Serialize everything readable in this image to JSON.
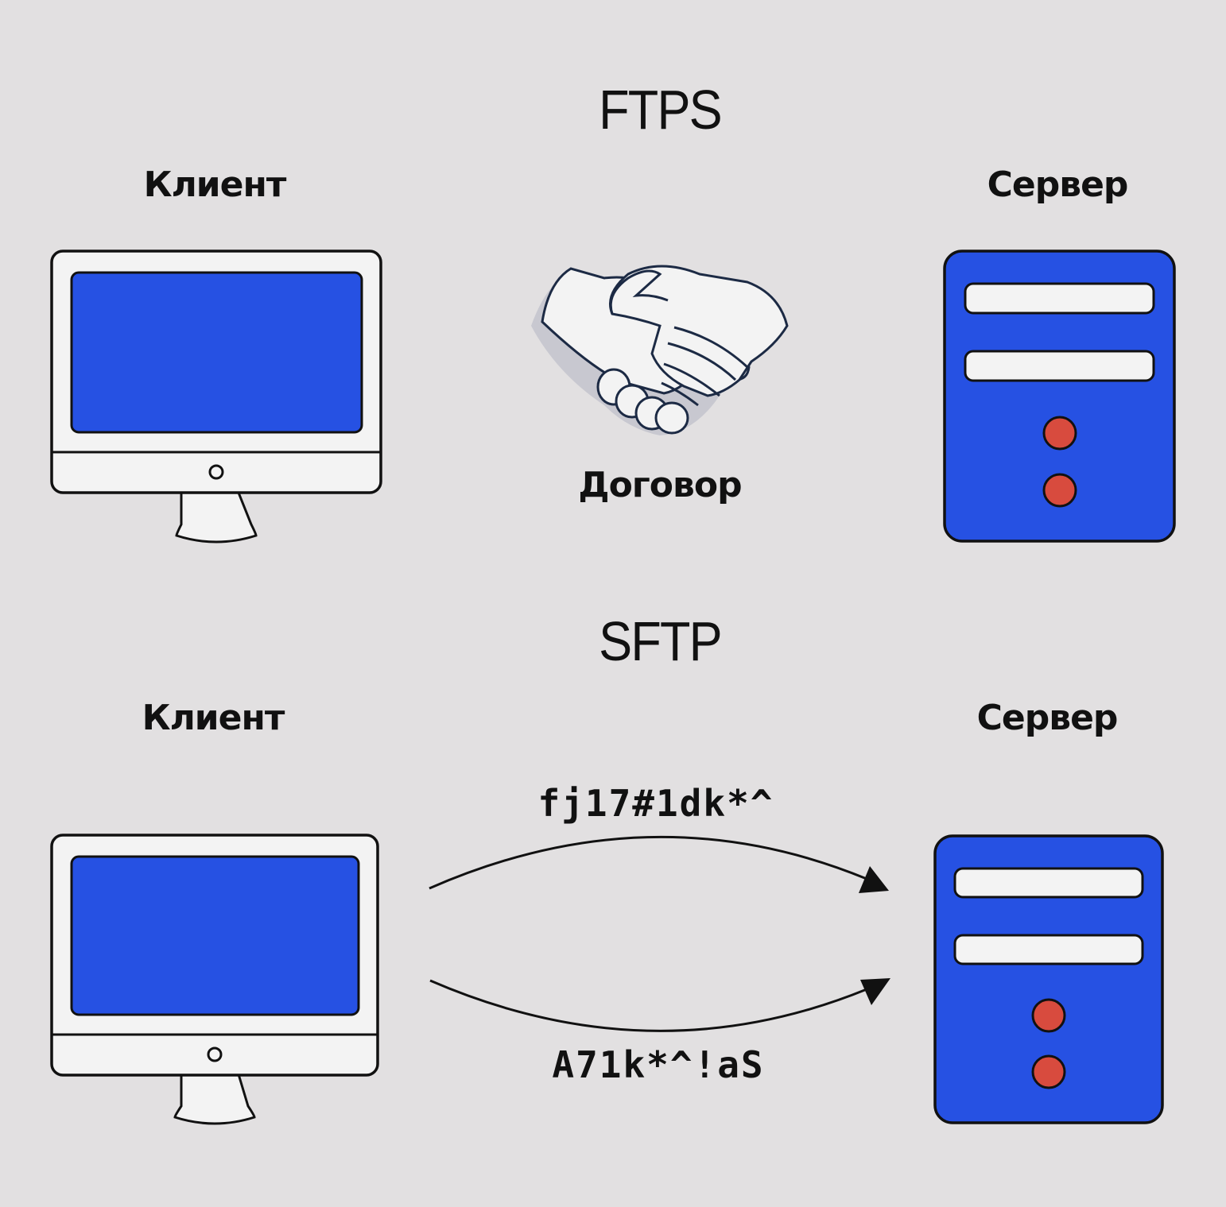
{
  "ftps": {
    "title": "FTPS",
    "client_label": "Клиент",
    "server_label": "Сервер",
    "handshake_label": "Договор"
  },
  "sftp": {
    "title": "SFTP",
    "client_label": "Клиент",
    "server_label": "Сервер",
    "cipher_top": "fj17#1dk*^",
    "cipher_bottom": "A71k*^!aS"
  },
  "colors": {
    "background": "#e2e0e1",
    "screen_blue": "#2651e3",
    "server_blue": "#2651e3",
    "indicator_red": "#d84b3e",
    "outline": "#111111",
    "light": "#f3f3f3"
  }
}
